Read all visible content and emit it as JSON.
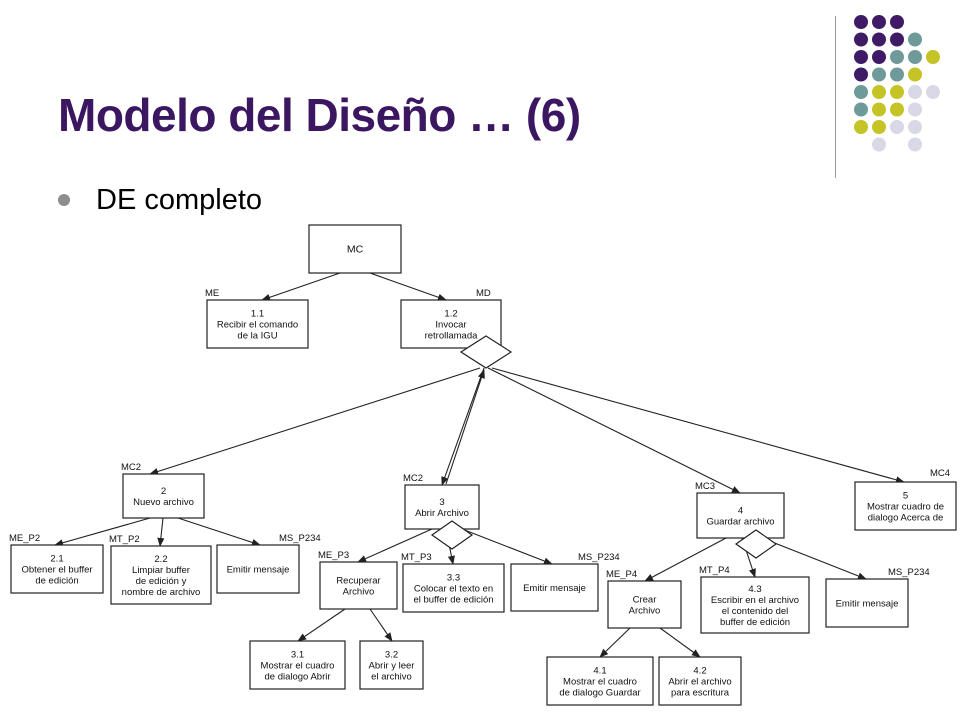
{
  "slide": {
    "title": "Modelo del Diseño … (6)",
    "bullet": "DE completo"
  },
  "colors": {
    "title": "#3b1762",
    "bullet_dot": "#8d8d8d",
    "dot_palette": [
      "#3f1a66",
      "#6f9a9a",
      "#c4c426",
      "#d8d8e6"
    ]
  },
  "diagram": {
    "nodes": [
      {
        "id": "mc",
        "lines": [
          "MC"
        ],
        "tag": ""
      },
      {
        "id": "n1_1",
        "lines": [
          "1.1",
          "Recibir el comando",
          "de la IGU"
        ],
        "tag": "ME"
      },
      {
        "id": "n1_2",
        "lines": [
          "1.2",
          "Invocar",
          "retrollamada"
        ],
        "tag": "MD"
      },
      {
        "id": "n2",
        "lines": [
          "2",
          "Nuevo archivo"
        ],
        "tag": "MC2"
      },
      {
        "id": "n3",
        "lines": [
          "3",
          "Abrir Archivo"
        ],
        "tag": "MC2"
      },
      {
        "id": "n4",
        "lines": [
          "4",
          "Guardar archivo"
        ],
        "tag": "MC3"
      },
      {
        "id": "n5",
        "lines": [
          "5",
          "Mostrar cuadro de",
          "dialogo Acerca de"
        ],
        "tag": "MC4"
      },
      {
        "id": "n2_1",
        "lines": [
          "2.1",
          "Obtener el buffer",
          "de edición"
        ],
        "tag": "ME_P2"
      },
      {
        "id": "n2_2",
        "lines": [
          "2.2",
          "Limpiar buffer",
          "de edición y",
          "nombre de archivo"
        ],
        "tag": "MT_P2"
      },
      {
        "id": "n2_3",
        "lines": [
          "Emitir mensaje"
        ],
        "tag": "MS_P234"
      },
      {
        "id": "n3_a",
        "lines": [
          "Recuperar",
          "Archivo"
        ],
        "tag": "ME_P3"
      },
      {
        "id": "n3_3",
        "lines": [
          "3.3",
          "Colocar el texto en",
          "el buffer de edición"
        ],
        "tag": "MT_P3"
      },
      {
        "id": "n3_e",
        "lines": [
          "Emitir mensaje"
        ],
        "tag": "MS_P234"
      },
      {
        "id": "n3_1",
        "lines": [
          "3.1",
          "Mostrar el cuadro",
          "de dialogo Abrir"
        ],
        "tag": ""
      },
      {
        "id": "n3_2",
        "lines": [
          "3.2",
          "Abrir y leer",
          "el archivo"
        ],
        "tag": ""
      },
      {
        "id": "n4_a",
        "lines": [
          "Crear",
          "Archivo"
        ],
        "tag": "ME_P4"
      },
      {
        "id": "n4_3",
        "lines": [
          "4.3",
          "Escribir en el archivo",
          "el contenido del",
          "buffer de edición"
        ],
        "tag": "MT_P4"
      },
      {
        "id": "n4_e",
        "lines": [
          "Emitir mensaje"
        ],
        "tag": "MS_P234"
      },
      {
        "id": "n4_1",
        "lines": [
          "4.1",
          "Mostrar el cuadro",
          "de dialogo Guardar"
        ],
        "tag": ""
      },
      {
        "id": "n4_2",
        "lines": [
          "4.2",
          "Abrir el archivo",
          "para escritura"
        ],
        "tag": ""
      }
    ],
    "edges": [
      [
        "mc",
        "n1_1"
      ],
      [
        "mc",
        "n1_2"
      ],
      [
        "n1_2",
        "n2"
      ],
      [
        "n1_2",
        "n3"
      ],
      [
        "n1_2",
        "n4"
      ],
      [
        "n1_2",
        "n5"
      ],
      [
        "n2",
        "n2_1"
      ],
      [
        "n2",
        "n2_2"
      ],
      [
        "n2",
        "n2_3"
      ],
      [
        "n3",
        "n3_a"
      ],
      [
        "n3",
        "n3_3"
      ],
      [
        "n3",
        "n3_e"
      ],
      [
        "n3_a",
        "n3_1"
      ],
      [
        "n3_a",
        "n3_2"
      ],
      [
        "n4",
        "n4_a"
      ],
      [
        "n4",
        "n4_3"
      ],
      [
        "n4",
        "n4_e"
      ],
      [
        "n4_a",
        "n4_1"
      ],
      [
        "n4_a",
        "n4_2"
      ]
    ]
  }
}
